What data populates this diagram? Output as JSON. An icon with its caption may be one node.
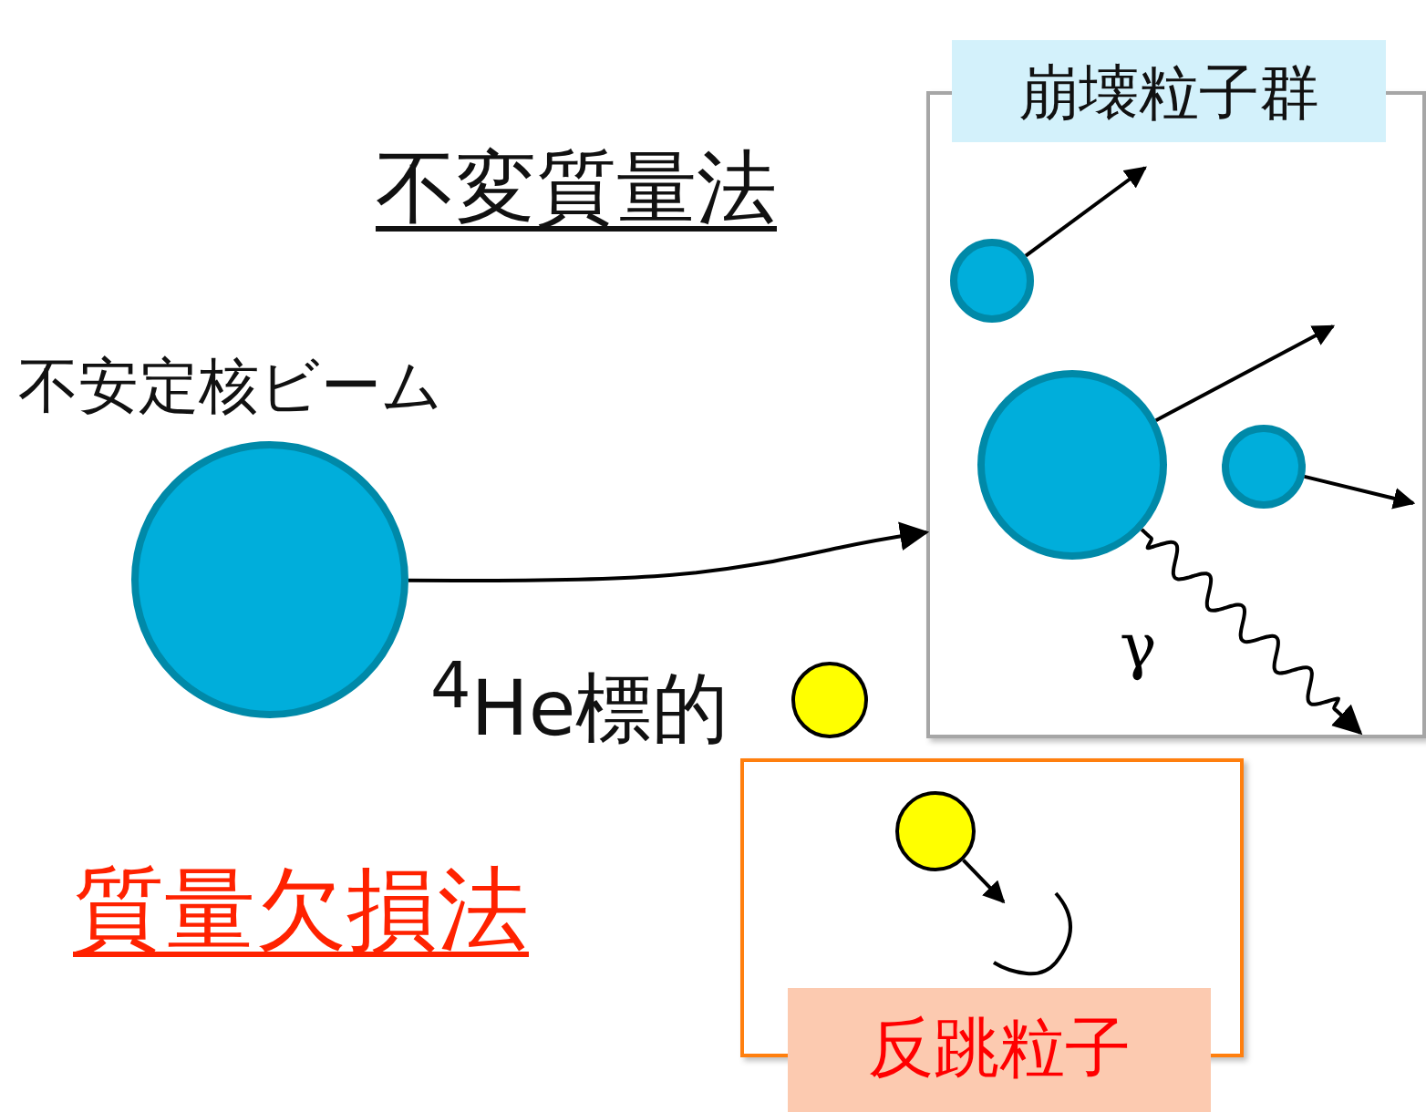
{
  "diagram": {
    "nodes": [
      {
        "text": [],
        "shape": "circle",
        "beside": [
          "不安定核ビーム"
        ]
      },
      {
        "text": [
          "崩壊粒子群"
        ]
      },
      {
        "text": [],
        "shape": "circle",
        "in": 1
      },
      {
        "text": [],
        "shape": "circle",
        "in": 1
      },
      {
        "text": [],
        "shape": "circle",
        "in": 1
      },
      {
        "text": [],
        "shape": "circle",
        "beside": [
          "$^{4}$He標的"
        ]
      },
      {
        "text": [
          "反跳粒子"
        ]
      },
      {
        "text": [],
        "shape": "circle",
        "in": 6
      },
      {
        "text": [],
        "shape": "arc",
        "in": 6
      }
    ],
    "edges": [
      {
        "from": 0,
        "to": 1,
        "arrow": "to"
      },
      {
        "from": 3,
        "to": null,
        "arrow": "to"
      },
      {
        "from": 2,
        "to": null,
        "arrow": "to"
      },
      {
        "from": 4,
        "to": null,
        "arrow": "to"
      },
      {
        "from": 2,
        "to": null,
        "arrow": "to",
        "label": "γ"
      },
      {
        "from": 7,
        "to": 8,
        "arrow": "to"
      }
    ],
    "labels": [
      "不変質量法",
      "質量欠損法"
    ]
  }
}
